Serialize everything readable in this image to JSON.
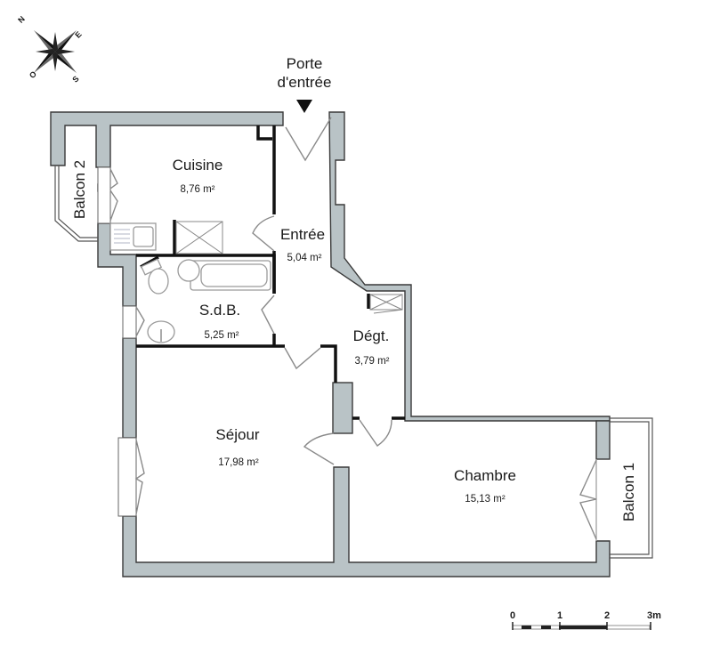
{
  "compass": {
    "north": "N",
    "east": "E",
    "south": "S",
    "west": "O"
  },
  "entrance": {
    "line1": "Porte",
    "line2": "d'entrée"
  },
  "rooms": [
    {
      "id": "cuisine",
      "name": "Cuisine",
      "area": "8,76 m²"
    },
    {
      "id": "entree",
      "name": "Entrée",
      "area": "5,04 m²"
    },
    {
      "id": "sdb",
      "name": "S.d.B.",
      "area": "5,25 m²"
    },
    {
      "id": "degt",
      "name": "Dégt.",
      "area": "3,79 m²"
    },
    {
      "id": "sejour",
      "name": "Séjour",
      "area": "17,98 m²"
    },
    {
      "id": "chambre",
      "name": "Chambre",
      "area": "15,13 m²"
    }
  ],
  "balconies": [
    {
      "id": "balcon1",
      "name": "Balcon 1"
    },
    {
      "id": "balcon2",
      "name": "Balcon 2"
    }
  ],
  "scale_bar": {
    "ticks": [
      "0",
      "1",
      "2",
      "3m"
    ]
  },
  "colors": {
    "wall_fill": "#b9c3c6",
    "wall_stroke": "#3a3a3a",
    "partition": "#111111"
  }
}
